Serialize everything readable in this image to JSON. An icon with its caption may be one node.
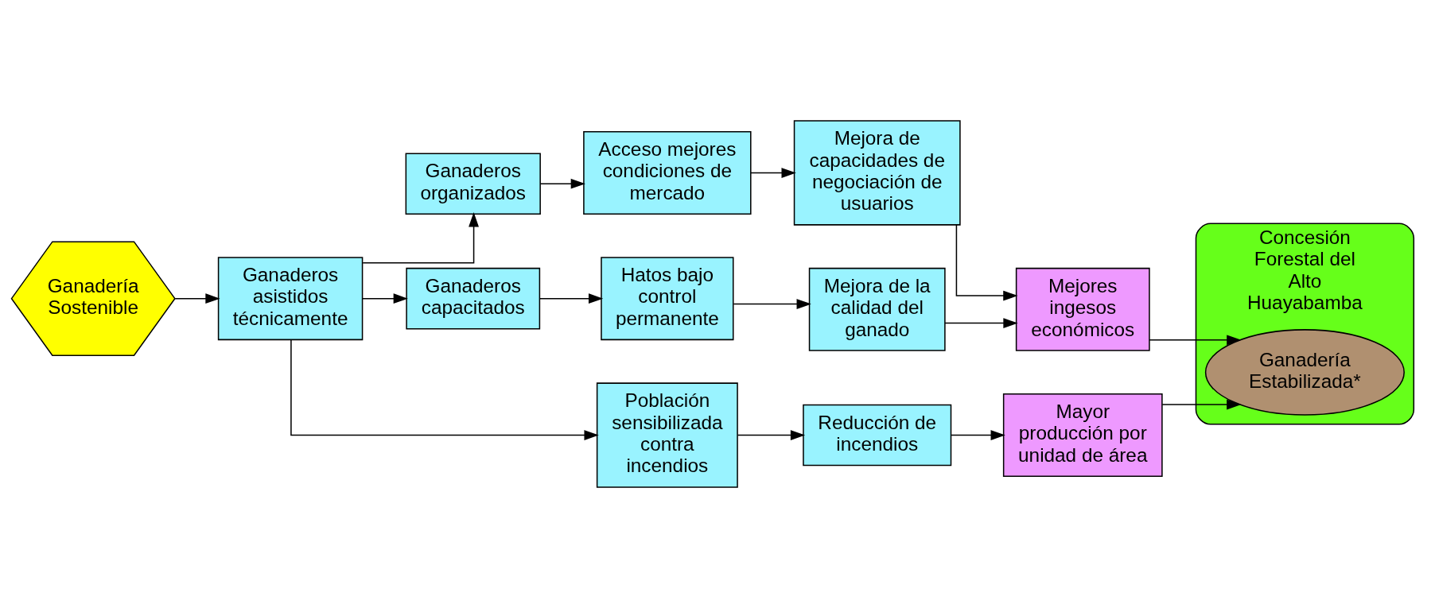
{
  "diagram": {
    "nodes": [
      {
        "text": [
          "Ganadería Sostenible"
        ]
      },
      {
        "text": [
          "Ganaderos asistidos técnicamente"
        ]
      },
      {
        "text": [
          "Ganaderos organizados"
        ]
      },
      {
        "text": [
          "Ganaderos capacitados"
        ]
      },
      {
        "text": [
          "Acceso mejores condiciones de mercado"
        ]
      },
      {
        "text": [
          "Mejora de capacidades de negociación de usuarios"
        ]
      },
      {
        "text": [
          "Hatos bajo control permanente"
        ]
      },
      {
        "text": [
          "Mejora de la calidad del ganado"
        ]
      },
      {
        "text": [
          "Mejores ingesos económicos"
        ]
      },
      {
        "text": [
          "Población sensibilizada contra incendios"
        ]
      },
      {
        "text": [
          "Reducción de incendios"
        ]
      },
      {
        "text": [
          "Mayor producción por unidad de área"
        ]
      },
      {
        "text": [
          "Concesión Forestal del Alto Huayabamba"
        ]
      },
      {
        "text": [
          "Ganadería Estabilizada*"
        ],
        "in": 12
      }
    ],
    "edges": [
      {
        "from": 0,
        "to": 1,
        "arrow": "to"
      },
      {
        "from": 1,
        "to": 2,
        "arrow": "to"
      },
      {
        "from": 1,
        "to": 3,
        "arrow": "to"
      },
      {
        "from": 1,
        "to": 9,
        "arrow": "to"
      },
      {
        "from": 2,
        "to": 4,
        "arrow": "to"
      },
      {
        "from": 4,
        "to": 5,
        "arrow": "to"
      },
      {
        "from": 3,
        "to": 6,
        "arrow": "to"
      },
      {
        "from": 6,
        "to": 7,
        "arrow": "to"
      },
      {
        "from": 5,
        "to": 8,
        "arrow": "to"
      },
      {
        "from": 7,
        "to": 8,
        "arrow": "to"
      },
      {
        "from": 9,
        "to": 10,
        "arrow": "to"
      },
      {
        "from": 10,
        "to": 11,
        "arrow": "to"
      },
      {
        "from": 8,
        "to": 13,
        "arrow": "to"
      },
      {
        "from": 11,
        "to": 13,
        "arrow": "to"
      }
    ]
  }
}
